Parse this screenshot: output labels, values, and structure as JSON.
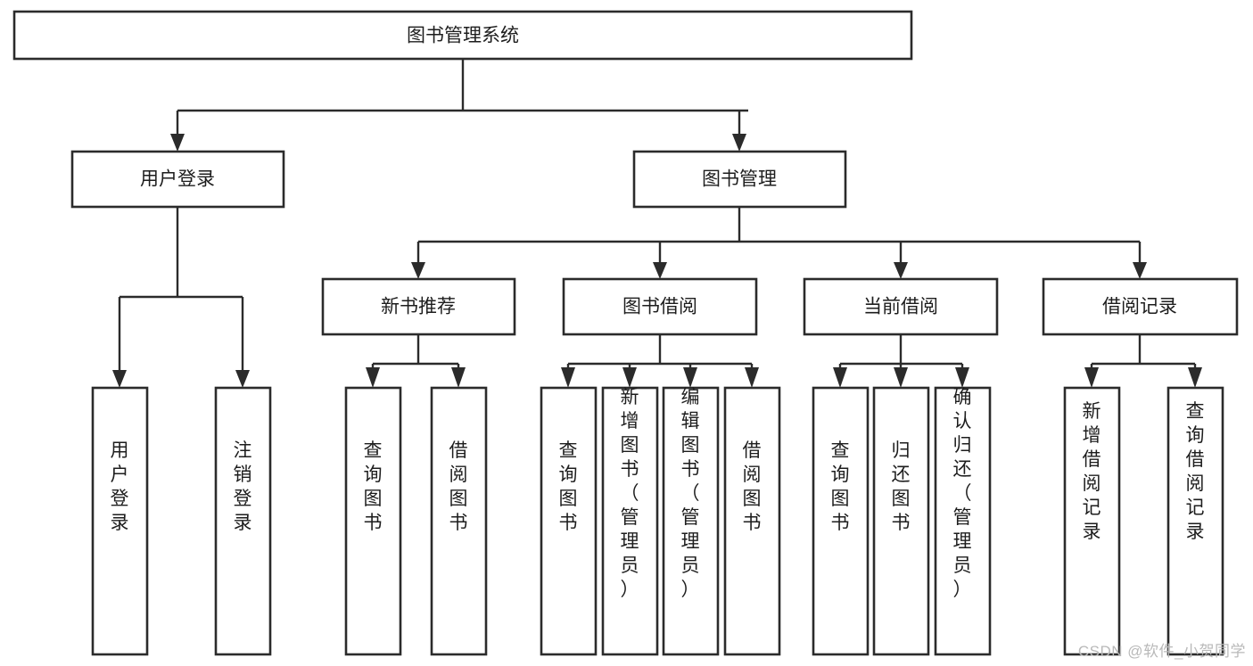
{
  "diagram": {
    "type": "tree-hierarchy",
    "title": "图书管理系统",
    "orientation": "top-down",
    "colors": {
      "stroke": "#2b2b2b",
      "box_fill": "#ffffff",
      "background": "#ffffff",
      "text": "#1d1d1d",
      "watermark": "#b9b9b9"
    },
    "levels": {
      "root": {
        "label": "图书管理系统"
      },
      "level2": [
        {
          "label": "用户登录"
        },
        {
          "label": "图书管理"
        }
      ],
      "level3": [
        {
          "label": "新书推荐"
        },
        {
          "label": "图书借阅"
        },
        {
          "label": "当前借阅"
        },
        {
          "label": "借阅记录"
        }
      ],
      "leaves": {
        "user_login": [
          {
            "label": "用户登录"
          },
          {
            "label": "注销登录"
          }
        ],
        "new_book_recommend": [
          {
            "label": "查询图书"
          },
          {
            "label": "借阅图书"
          }
        ],
        "book_borrow": [
          {
            "label": "查询图书"
          },
          {
            "label": "新增图书（管理员）"
          },
          {
            "label": "编辑图书（管理员）"
          },
          {
            "label": "借阅图书"
          }
        ],
        "current_borrow": [
          {
            "label": "查询图书"
          },
          {
            "label": "归还图书"
          },
          {
            "label": "确认归还（管理员）"
          }
        ],
        "borrow_record": [
          {
            "label": "新增借阅记录"
          },
          {
            "label": "查询借阅记录"
          }
        ]
      }
    },
    "edges": [
      {
        "from": "图书管理系统",
        "to": "用户登录"
      },
      {
        "from": "图书管理系统",
        "to": "图书管理"
      },
      {
        "from": "用户登录",
        "to": "用户登录"
      },
      {
        "from": "用户登录",
        "to": "注销登录"
      },
      {
        "from": "图书管理",
        "to": "新书推荐"
      },
      {
        "from": "图书管理",
        "to": "图书借阅"
      },
      {
        "from": "图书管理",
        "to": "当前借阅"
      },
      {
        "from": "图书管理",
        "to": "借阅记录"
      },
      {
        "from": "新书推荐",
        "to": "查询图书"
      },
      {
        "from": "新书推荐",
        "to": "借阅图书"
      },
      {
        "from": "图书借阅",
        "to": "查询图书"
      },
      {
        "from": "图书借阅",
        "to": "新增图书（管理员）"
      },
      {
        "from": "图书借阅",
        "to": "编辑图书（管理员）"
      },
      {
        "from": "图书借阅",
        "to": "借阅图书"
      },
      {
        "from": "当前借阅",
        "to": "查询图书"
      },
      {
        "from": "当前借阅",
        "to": "归还图书"
      },
      {
        "from": "当前借阅",
        "to": "确认归还（管理员）"
      },
      {
        "from": "借阅记录",
        "to": "新增借阅记录"
      },
      {
        "from": "借阅记录",
        "to": "查询借阅记录"
      }
    ]
  },
  "watermark": {
    "text": "CSDN @软件_小贺同学"
  }
}
